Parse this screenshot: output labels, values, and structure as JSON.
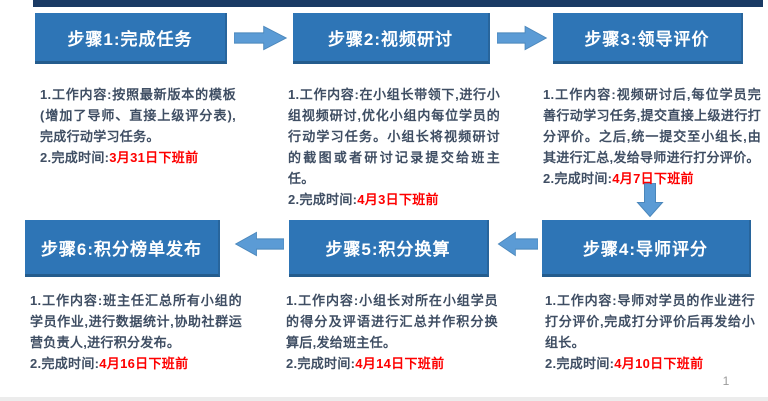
{
  "page": {
    "number": "1"
  },
  "colors": {
    "box_fill": "#2E75B6",
    "box_edge": "#245C8D",
    "accent_bar": "#1A3A64",
    "arrow_fill": "#5B9BD5",
    "arrow_stroke": "#4A86BA",
    "body_text": "#3F4E63",
    "deadline_red": "#FE0000"
  },
  "steps": [
    {
      "title": "步骤1:完成任务",
      "content_label": "1.工作内容:",
      "content": "按照最新版本的模板(增加了导师、直接上级评分表),完成行动学习任务。",
      "time_label": "2.完成时间:",
      "time": "3月31日下班前"
    },
    {
      "title": "步骤2:视频研讨",
      "content_label": "1.工作内容:",
      "content": "在小组长带领下,进行小组视频研讨,优化小组内每位学员的行动学习任务。小组长将视频研讨的截图或者研讨记录提交给班主任。",
      "time_label": "2.完成时间:",
      "time": "4月3日下班前"
    },
    {
      "title": "步骤3:领导评价",
      "content_label": "1.工作内容:",
      "content": "视频研讨后,每位学员完善行动学习任务,提交直接上级进行打分评价。之后,统一提交至小组长,由其进行汇总,发给导师进行打分评价。",
      "time_label": "2.完成时间:",
      "time": "4月7日下班前"
    },
    {
      "title": "步骤4:导师评分",
      "content_label": "1.工作内容:",
      "content": "导师对学员的作业进行打分评价,完成打分评价后再发给小组长。",
      "time_label": "2.完成时间:",
      "time": "4月10日下班前"
    },
    {
      "title": "步骤5:积分换算",
      "content_label": "1.工作内容:",
      "content": "小组长对所在小组学员的得分及评语进行汇总并作积分换算后,发给班主任。",
      "time_label": "2.完成时间:",
      "time": "4月14日下班前"
    },
    {
      "title": "步骤6:积分榜单发布",
      "content_label": "1.工作内容:",
      "content": "班主任汇总所有小组的学员作业,进行数据统计,协助社群运营负责人,进行积分发布。",
      "time_label": "2.完成时间:",
      "time": "4月16日下班前"
    }
  ]
}
